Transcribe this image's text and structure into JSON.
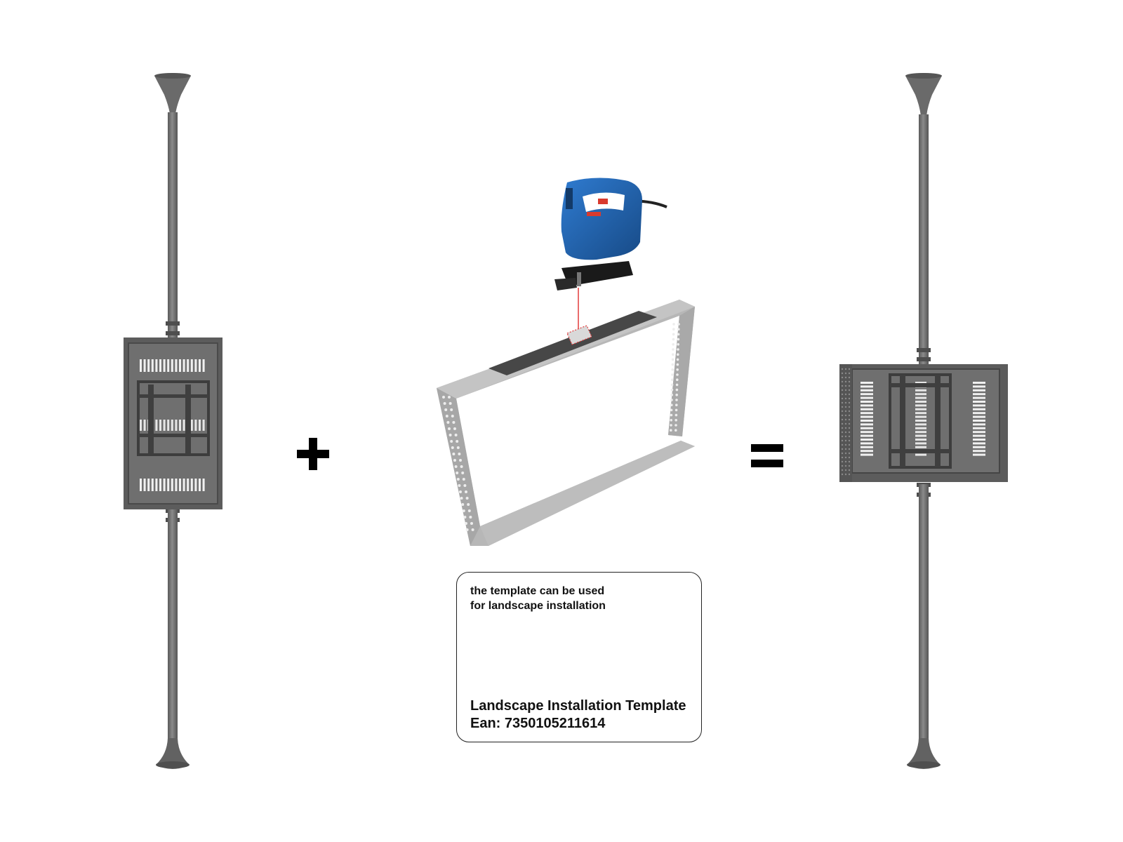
{
  "operators": {
    "plus": "+",
    "equals": "="
  },
  "callout": {
    "note_line_1": "the template can be used",
    "note_line_2": "for landscape installation",
    "title": "Landscape Installation Template",
    "ean": "Ean: 7350105211614"
  },
  "colors": {
    "pole": "#6b6b6b",
    "enclosure": "#5c5c5c",
    "frame": "#b3b3b3",
    "template": "#4a4a4a",
    "jigsaw_blue": "#1f5fa8",
    "laser": "#e23b3b"
  },
  "icons": [
    "jigsaw-icon"
  ]
}
